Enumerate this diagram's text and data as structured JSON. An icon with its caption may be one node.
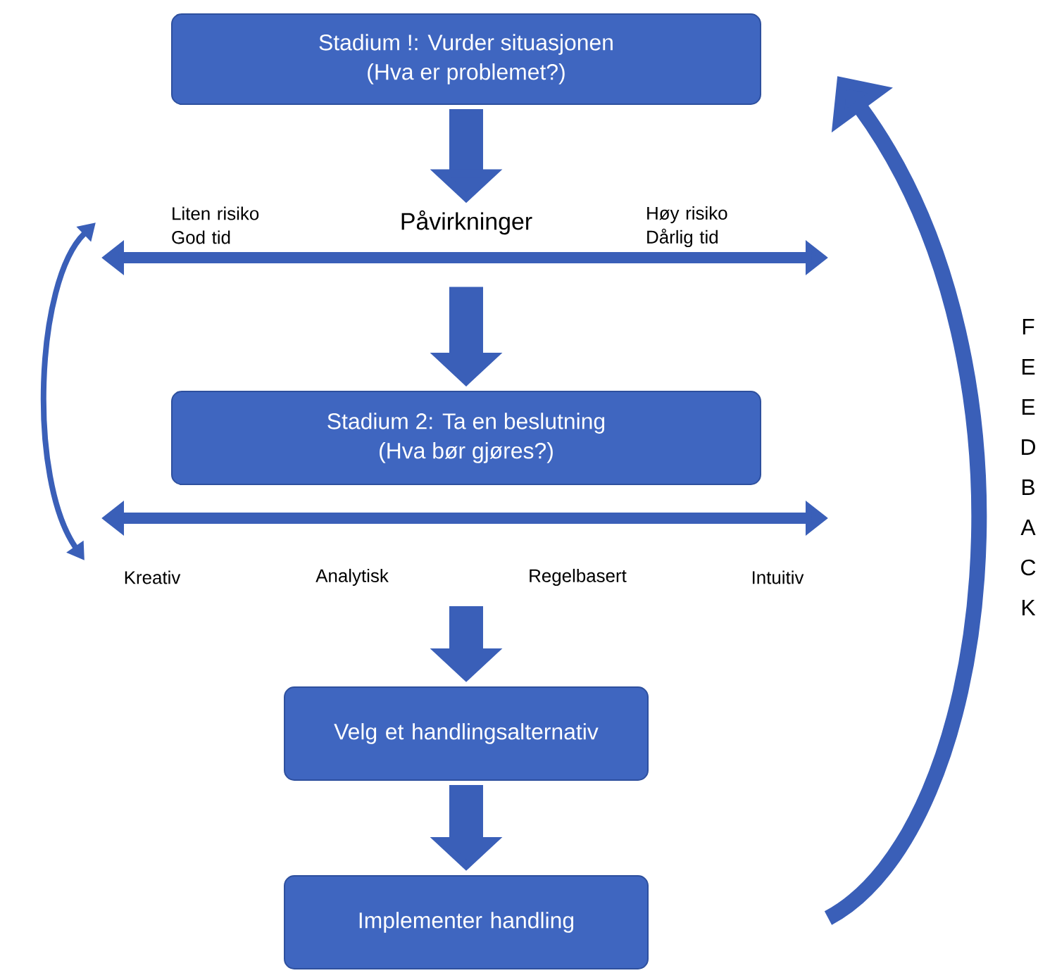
{
  "diagram": {
    "nodes": [
      {
        "text": [
          "Stadium !: Vurder situasjonen",
          "(Hva er problemet?)"
        ]
      },
      {
        "text": [
          "Påvirkninger"
        ]
      },
      {
        "text": [
          "Stadium 2: Ta en beslutning",
          "(Hva bør gjøres?)"
        ]
      },
      {
        "text": [
          "Velg et handlingsalternativ"
        ]
      },
      {
        "text": [
          "Implementer handling"
        ]
      }
    ],
    "edges": [
      {
        "from": 0,
        "to": 1,
        "arrow": "to"
      },
      {
        "from": 1,
        "to": 2,
        "arrow": "to"
      },
      {
        "from": null,
        "to": 3,
        "arrow": "to"
      },
      {
        "from": 3,
        "to": 4,
        "arrow": "to"
      },
      {
        "from": null,
        "to": 0,
        "arrow": "to"
      }
    ],
    "labels": [
      "Liten risiko God tid",
      "Høy risiko Dårlig tid",
      "Kreativ",
      "Analytisk",
      "Regelbasert",
      "Intuitiv",
      "F",
      "E",
      "E",
      "D",
      "B",
      "A",
      "C",
      "K"
    ]
  }
}
